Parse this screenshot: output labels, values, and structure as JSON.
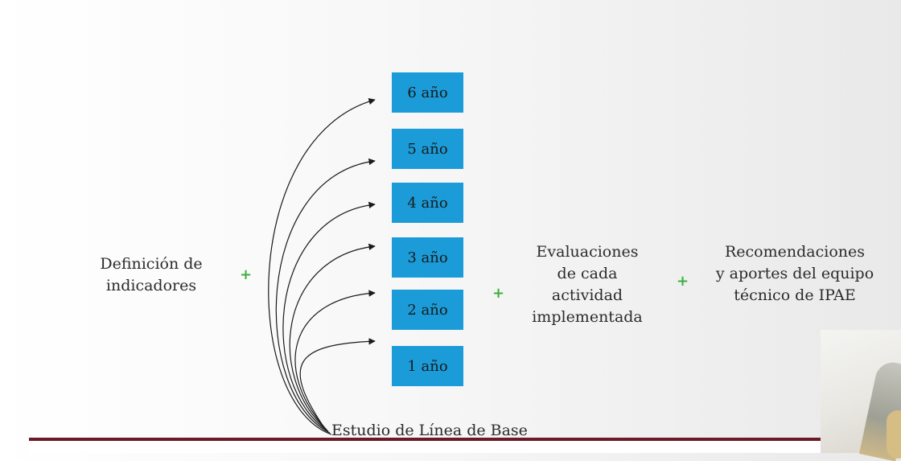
{
  "diagram": {
    "years": [
      "6 año",
      "5 año",
      "4 año",
      "3 año",
      "2 año",
      "1 año"
    ],
    "definition": [
      "Definición de",
      "indicadores"
    ],
    "evaluations": [
      "Evaluaciones",
      "de cada",
      "actividad",
      "implementada"
    ],
    "recommendations": [
      "Recomendaciones",
      "y aportes del equipo",
      "técnico de IPAE"
    ],
    "plus_sign": "+",
    "baseline_label": "Estudio de Línea de Base"
  },
  "colors": {
    "year_box": "#1b9cd8",
    "plus": "#3cae3c",
    "bottom_stripe": "#6e1a24"
  }
}
